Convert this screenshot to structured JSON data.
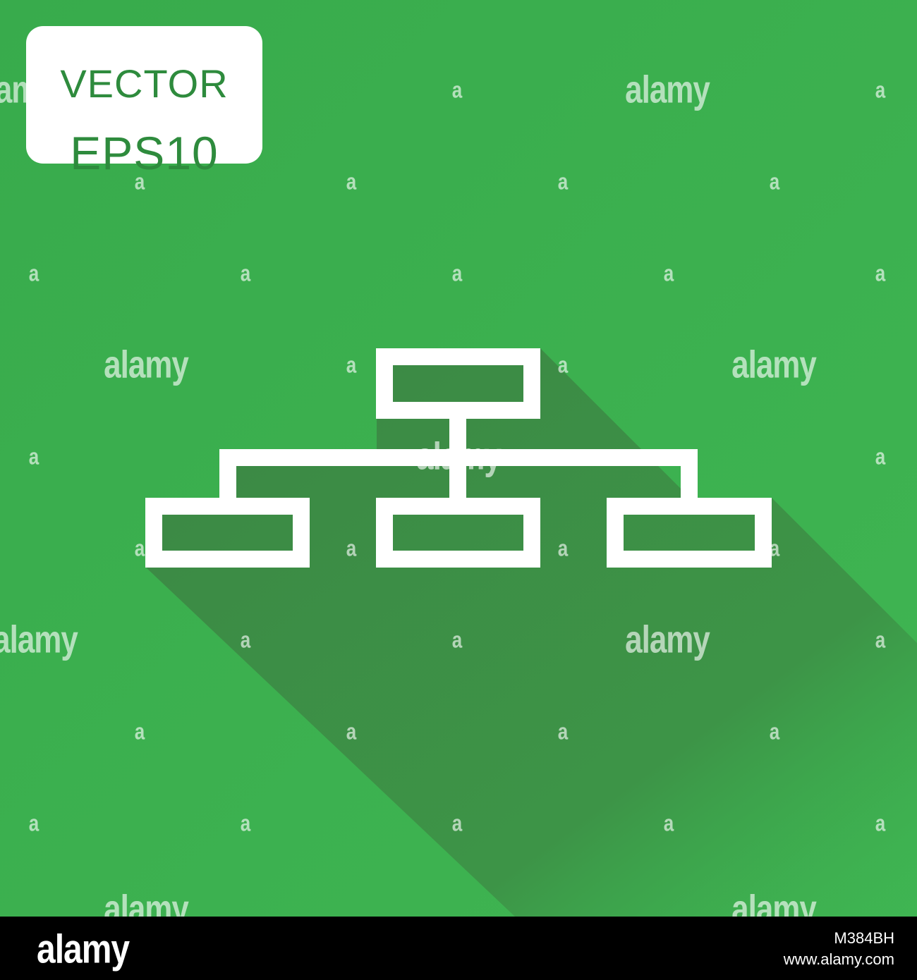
{
  "badge": {
    "line1": "VECTOR",
    "line2": "EPS10"
  },
  "watermark": {
    "word": "alamy",
    "mark": "a"
  },
  "footer": {
    "logo": "alamy",
    "image_id": "M384BH",
    "url": "www.alamy.com"
  },
  "colors": {
    "background": "#3caf4f",
    "shadow": "#3d8b46",
    "icon": "#ffffff",
    "badge_text": "#2e8b3d"
  },
  "icon": {
    "name": "hierarchy-org-chart-icon"
  }
}
